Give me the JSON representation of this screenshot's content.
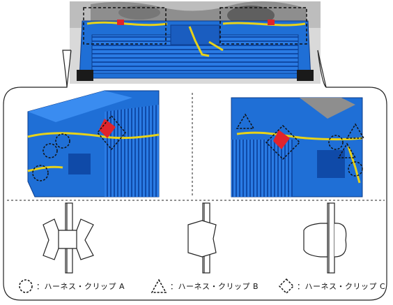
{
  "legend": [
    {
      "symbol": "circle",
      "label": "：ハーネス・クリップ A"
    },
    {
      "symbol": "triangle",
      "label": "：ハーネス・クリップ B"
    },
    {
      "symbol": "diamond",
      "label": "：ハーネス・クリップ C"
    }
  ],
  "colors": {
    "frame_blue": "#1f6fd6",
    "frame_dark": "#0e3c8a",
    "harness_yellow": "#e7d21a",
    "clip_red": "#e0242c",
    "engine_gray": "#9a9a9a",
    "outline": "#222222"
  }
}
